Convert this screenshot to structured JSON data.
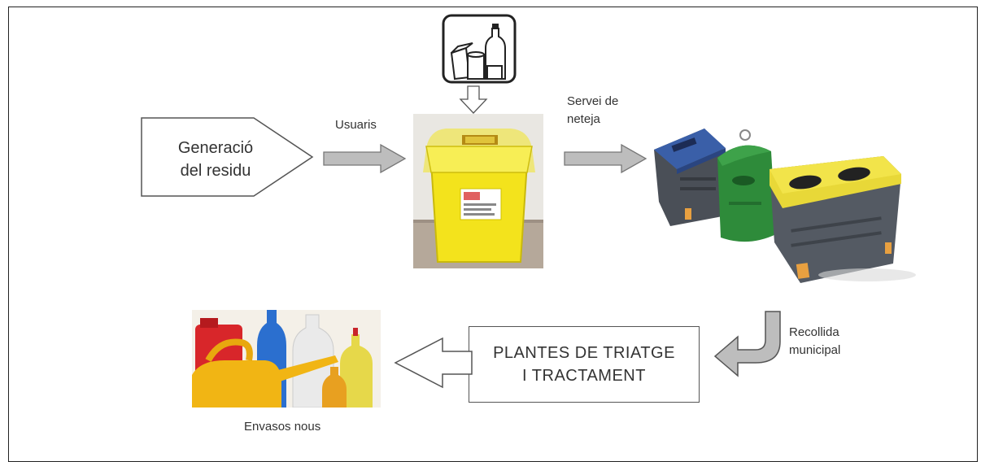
{
  "diagram": {
    "generation_label": [
      "Generació",
      "del residu"
    ],
    "usuaris_label": "Usuaris",
    "servei_label": [
      "Servei de",
      "neteja"
    ],
    "recollida_label": [
      "Recollida",
      "municipal"
    ],
    "plantes_label": [
      "PLANTES DE TRIATGE",
      "I TRACTAMENT"
    ],
    "envasos_label": "Envasos nous"
  },
  "colors": {
    "arrow_fill": "#bdbdbd",
    "bin_yellow": "#f5e61e",
    "container_blue": "#3a5fa8",
    "container_green": "#2e8b3a",
    "container_gray": "#555b63"
  }
}
